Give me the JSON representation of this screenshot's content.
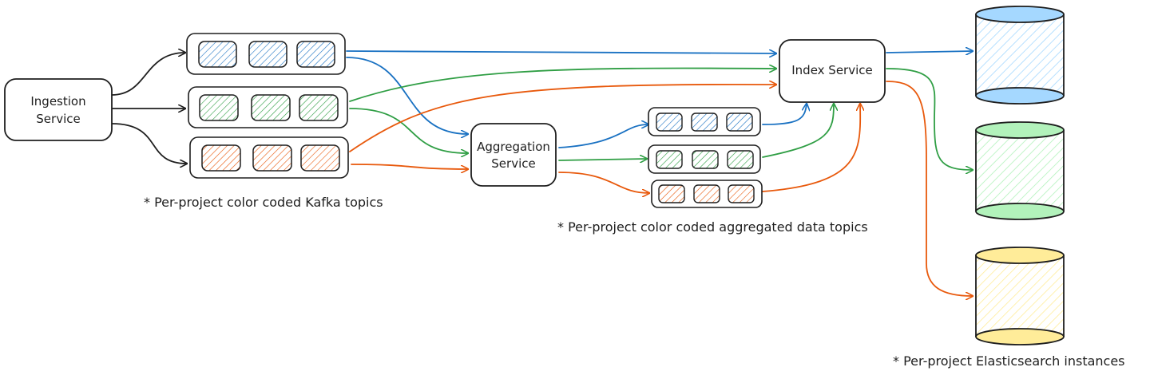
{
  "colors": {
    "blue": "#1971c2",
    "green": "#2f9e44",
    "orange": "#e8590c",
    "black": "#1e1e1e",
    "blue_fill": "#a5d8ff",
    "green_fill": "#b2f2bb",
    "yellow_fill": "#ffec99"
  },
  "services": {
    "ingestion": {
      "line1": "Ingestion",
      "line2": "Service"
    },
    "aggregation": {
      "line1": "Aggregation",
      "line2": "Service"
    },
    "index": {
      "label": "Index Service"
    }
  },
  "notes": {
    "kafka_topics": "* Per-project color coded Kafka topics",
    "aggregated_topics": "* Per-project color coded aggregated data topics",
    "elasticsearch": "* Per-project Elasticsearch instances"
  },
  "kafka_topics": [
    {
      "project": "blue",
      "partitions": 3
    },
    {
      "project": "green",
      "partitions": 3
    },
    {
      "project": "orange",
      "partitions": 3
    }
  ],
  "aggregated_topics": [
    {
      "project": "blue",
      "partitions": 3
    },
    {
      "project": "green",
      "partitions": 3
    },
    {
      "project": "orange",
      "partitions": 3
    }
  ],
  "elasticsearch_instances": [
    {
      "project": "blue"
    },
    {
      "project": "green"
    },
    {
      "project": "yellow"
    }
  ]
}
